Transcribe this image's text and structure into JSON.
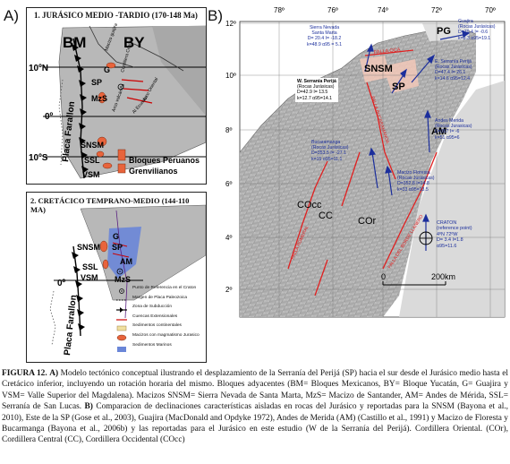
{
  "panel_a": {
    "label": "A)",
    "box1": {
      "title": "1. JURÁSICO MEDIO -TARDIO (170-148 Ma)",
      "blocks": {
        "bm": "BM",
        "by": "BY"
      },
      "lat_10n": "10ºN",
      "lat_0": "0º",
      "lat_10s": "10ºS",
      "terranes": {
        "g": "G",
        "sp": "SP",
        "mzs": "MzS",
        "snsm": "SNSM",
        "ssl": "SSL",
        "vsm": "VSM"
      },
      "plate": "Placa Farallon",
      "peru_blocks_1": "Bloques Peruanos",
      "peru_blocks_2": "Grenvilianos",
      "small_labels": {
        "s1": "Macizo guajira",
        "s2": "Cordillera Central",
        "s3": "Arco volcánico",
        "s4": "Arco Oriental",
        "s5": "Al Ecuador"
      }
    },
    "box2": {
      "title": "2. CRETÁCICO TEMPRANO-MEDIO (144-110 MA)",
      "terranes": {
        "g": "G",
        "sp": "SP",
        "snsm": "SNSM",
        "am": "AM",
        "ssl": "SSL",
        "vsm": "VSM",
        "mzs": "MzS"
      },
      "lat_0": "0º",
      "plate": "Placa Farallon",
      "legend": [
        "Punto de Referencia en el Craton",
        "Margen de Placa Paleozoica",
        "Zona de Subducción",
        "Cuencas Extensionales",
        "Sedimentos continentales",
        "Macizos con magmatismo Jurasico",
        "Sedimentos Marinos"
      ]
    }
  },
  "panel_b": {
    "label": "B)",
    "lon_ticks": [
      "78º",
      "76º",
      "74º",
      "72º",
      "70º"
    ],
    "lat_ticks": [
      "12º",
      "10º",
      "8º",
      "6º",
      "4º",
      "2º"
    ],
    "scale": {
      "zero": "0",
      "end": "200km"
    },
    "regions": {
      "pg": "PG",
      "snsm": "SNSM",
      "sp": "SP",
      "am": "AM",
      "cocc": "COcc",
      "cc": "CC",
      "cor": "COr"
    },
    "faults": {
      "oca": "FALLA OCA",
      "bucaramanga": "FALLA BUCARAMANGA",
      "romeral": "FALLA ROMERAL",
      "borde_llanero": "FALLA DEL BORDE LLANERO"
    },
    "annotations": {
      "guajira": [
        "Guajira",
        "(Rocas Jurásicas)",
        "D=79.4 I= -0.6",
        "k=8.3  α95=19.1"
      ],
      "snsm": [
        "Sierra Nevada",
        "Santa Marta",
        "D= 20.4  I= -18.2",
        "k=48.9 α95 = 5.1"
      ],
      "este_perija": [
        "E. Serranía Perijá",
        "(Rocas Jurásicas)",
        "D=47.4 I= 26.1",
        "k=14.6  α95=12.4"
      ],
      "w_perija": [
        "W. Serranía Perijá",
        "(Rocas Jurásicas)",
        "D=42.9 I= 13.5",
        "k=12.7  α95=14.1"
      ],
      "andes_merida": [
        "Andes Merida",
        "(Rocas Jurasicas)",
        "D=357 I= -6",
        "k=51  α95=6"
      ],
      "bucaramanga": [
        "Bucaramanga",
        "(Rocas Jurásicas)",
        "D=353.5 I= -27.1",
        "k=15  α95=11.1"
      ],
      "floresta": [
        "Macizo Floresta",
        "(Rocas Jurásicas)",
        "D=352.8 I=14.8",
        "k=33  α95=13.5"
      ],
      "craton": [
        "CRATON",
        "(reference point)",
        "4ºN  72ºW",
        "D= 3.4 I=1.8",
        "α95=11.6"
      ]
    }
  },
  "caption": {
    "label": "FIGURA 12.",
    "a_label": "A)",
    "a_text": " Modelo tectónico conceptual ilustrando el desplazamiento de la Serranía del Perijá (SP) hacia el sur desde el Jurásico medio hasta el Cretácico inferior, incluyendo un rotación horaria del mismo. Bloques adyacentes (BM= Bloques Mexicanos, BY= Bloque Yucatán, G= Guajira y VSM= Valle Superior del Magdalena). Macizos SNSM= Sierra Nevada de Santa Marta, MzS= Macizo de Santander, AM= Andes de Mérida, SSL= Serranía de San Lucas.",
    "b_label": "B)",
    "b_text": " Comparacion de declinaciones características aisladas en rocas del Jurásico y reportadas para la SNSM (Bayona et al., 2010), Este de la SP (Gose et al., 2003), Guajira (MacDonald and Opdyke 1972), Andes de Merida (AM) (Castillo et al., 1991) y Macizo de Floresta y Bucarmanga (Bayona et al., 2006b) y las reportadas para el Jurásico en este estudio (W de la Serranía del Perijá). Cordillera Oriental. (COr), Cordillera Central (CC), Cordillera Occidental (COcc)"
  }
}
